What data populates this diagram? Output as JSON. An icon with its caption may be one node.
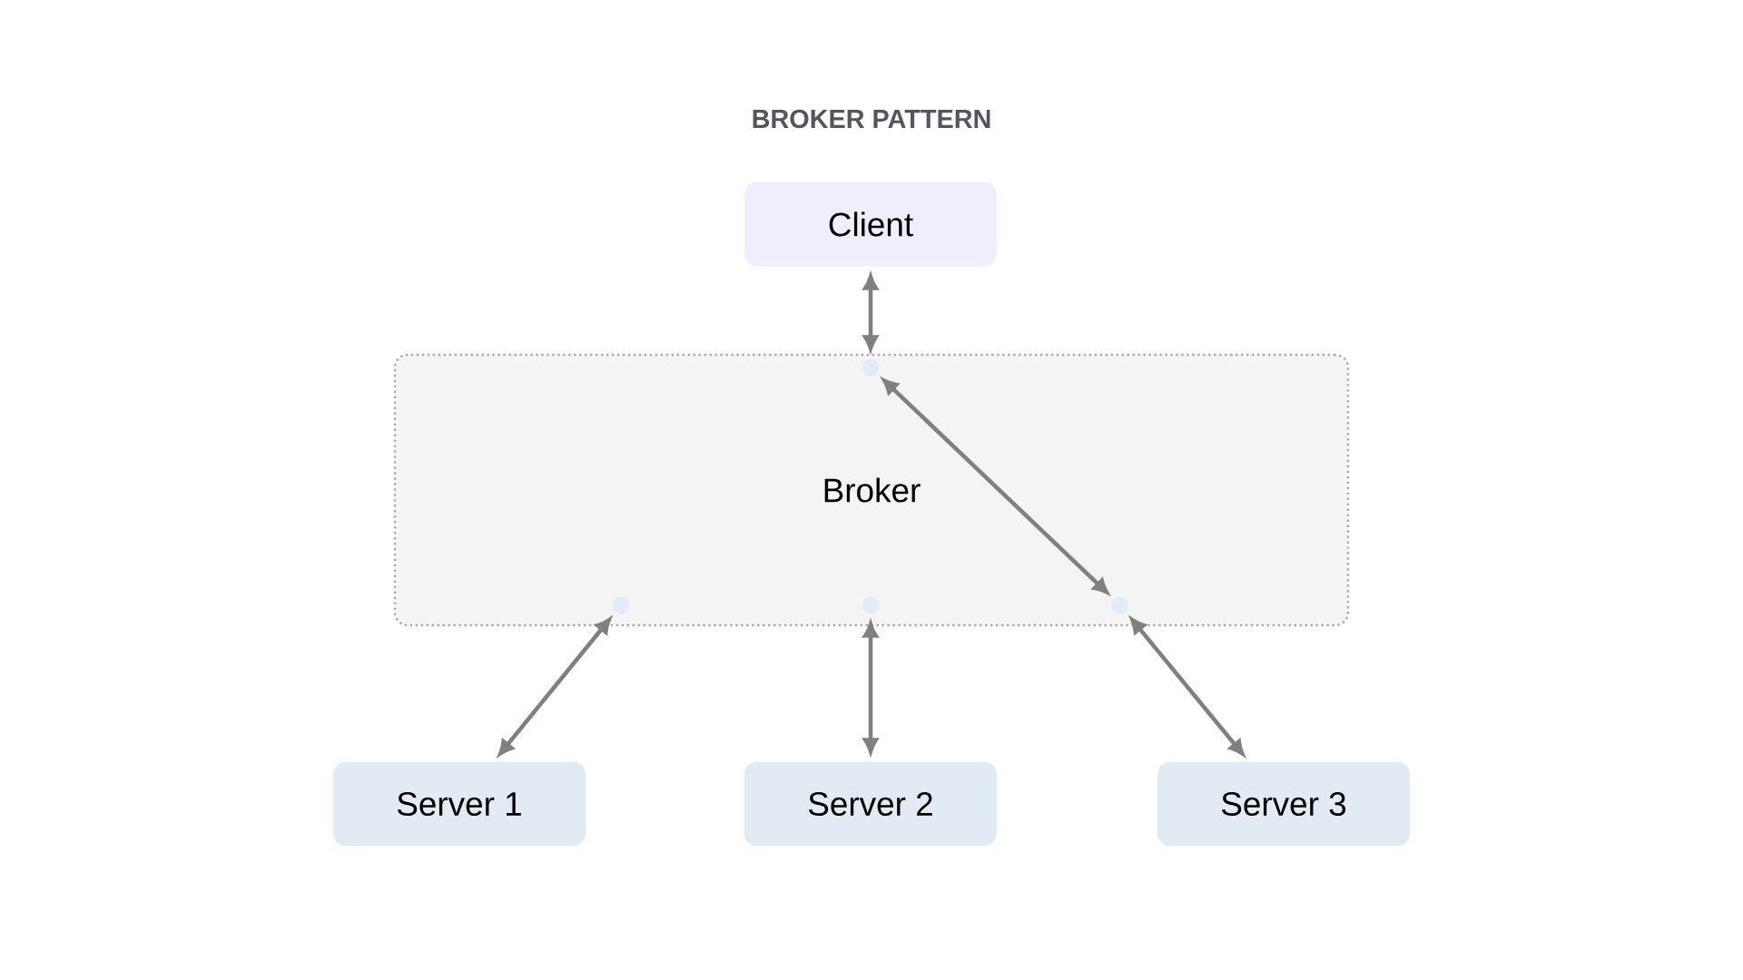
{
  "diagram": {
    "title": "BROKER PATTERN",
    "nodes": [
      {
        "text": [
          "Client"
        ]
      },
      {
        "text": [
          "Broker"
        ]
      },
      {
        "text": [],
        "shape": "circle",
        "in": 1
      },
      {
        "text": [],
        "shape": "circle",
        "in": 1
      },
      {
        "text": [],
        "shape": "circle",
        "in": 1
      },
      {
        "text": [],
        "shape": "circle",
        "in": 1
      },
      {
        "text": [
          "Server 1"
        ]
      },
      {
        "text": [
          "Server 2"
        ]
      },
      {
        "text": [
          "Server 3"
        ]
      }
    ],
    "edges": [
      {
        "from": 0,
        "to": 2,
        "arrow": "both"
      },
      {
        "from": 2,
        "to": 5,
        "arrow": "both"
      },
      {
        "from": 6,
        "to": 3,
        "arrow": "both"
      },
      {
        "from": 7,
        "to": 4,
        "arrow": "both"
      },
      {
        "from": 8,
        "to": 5,
        "arrow": "both"
      }
    ]
  }
}
